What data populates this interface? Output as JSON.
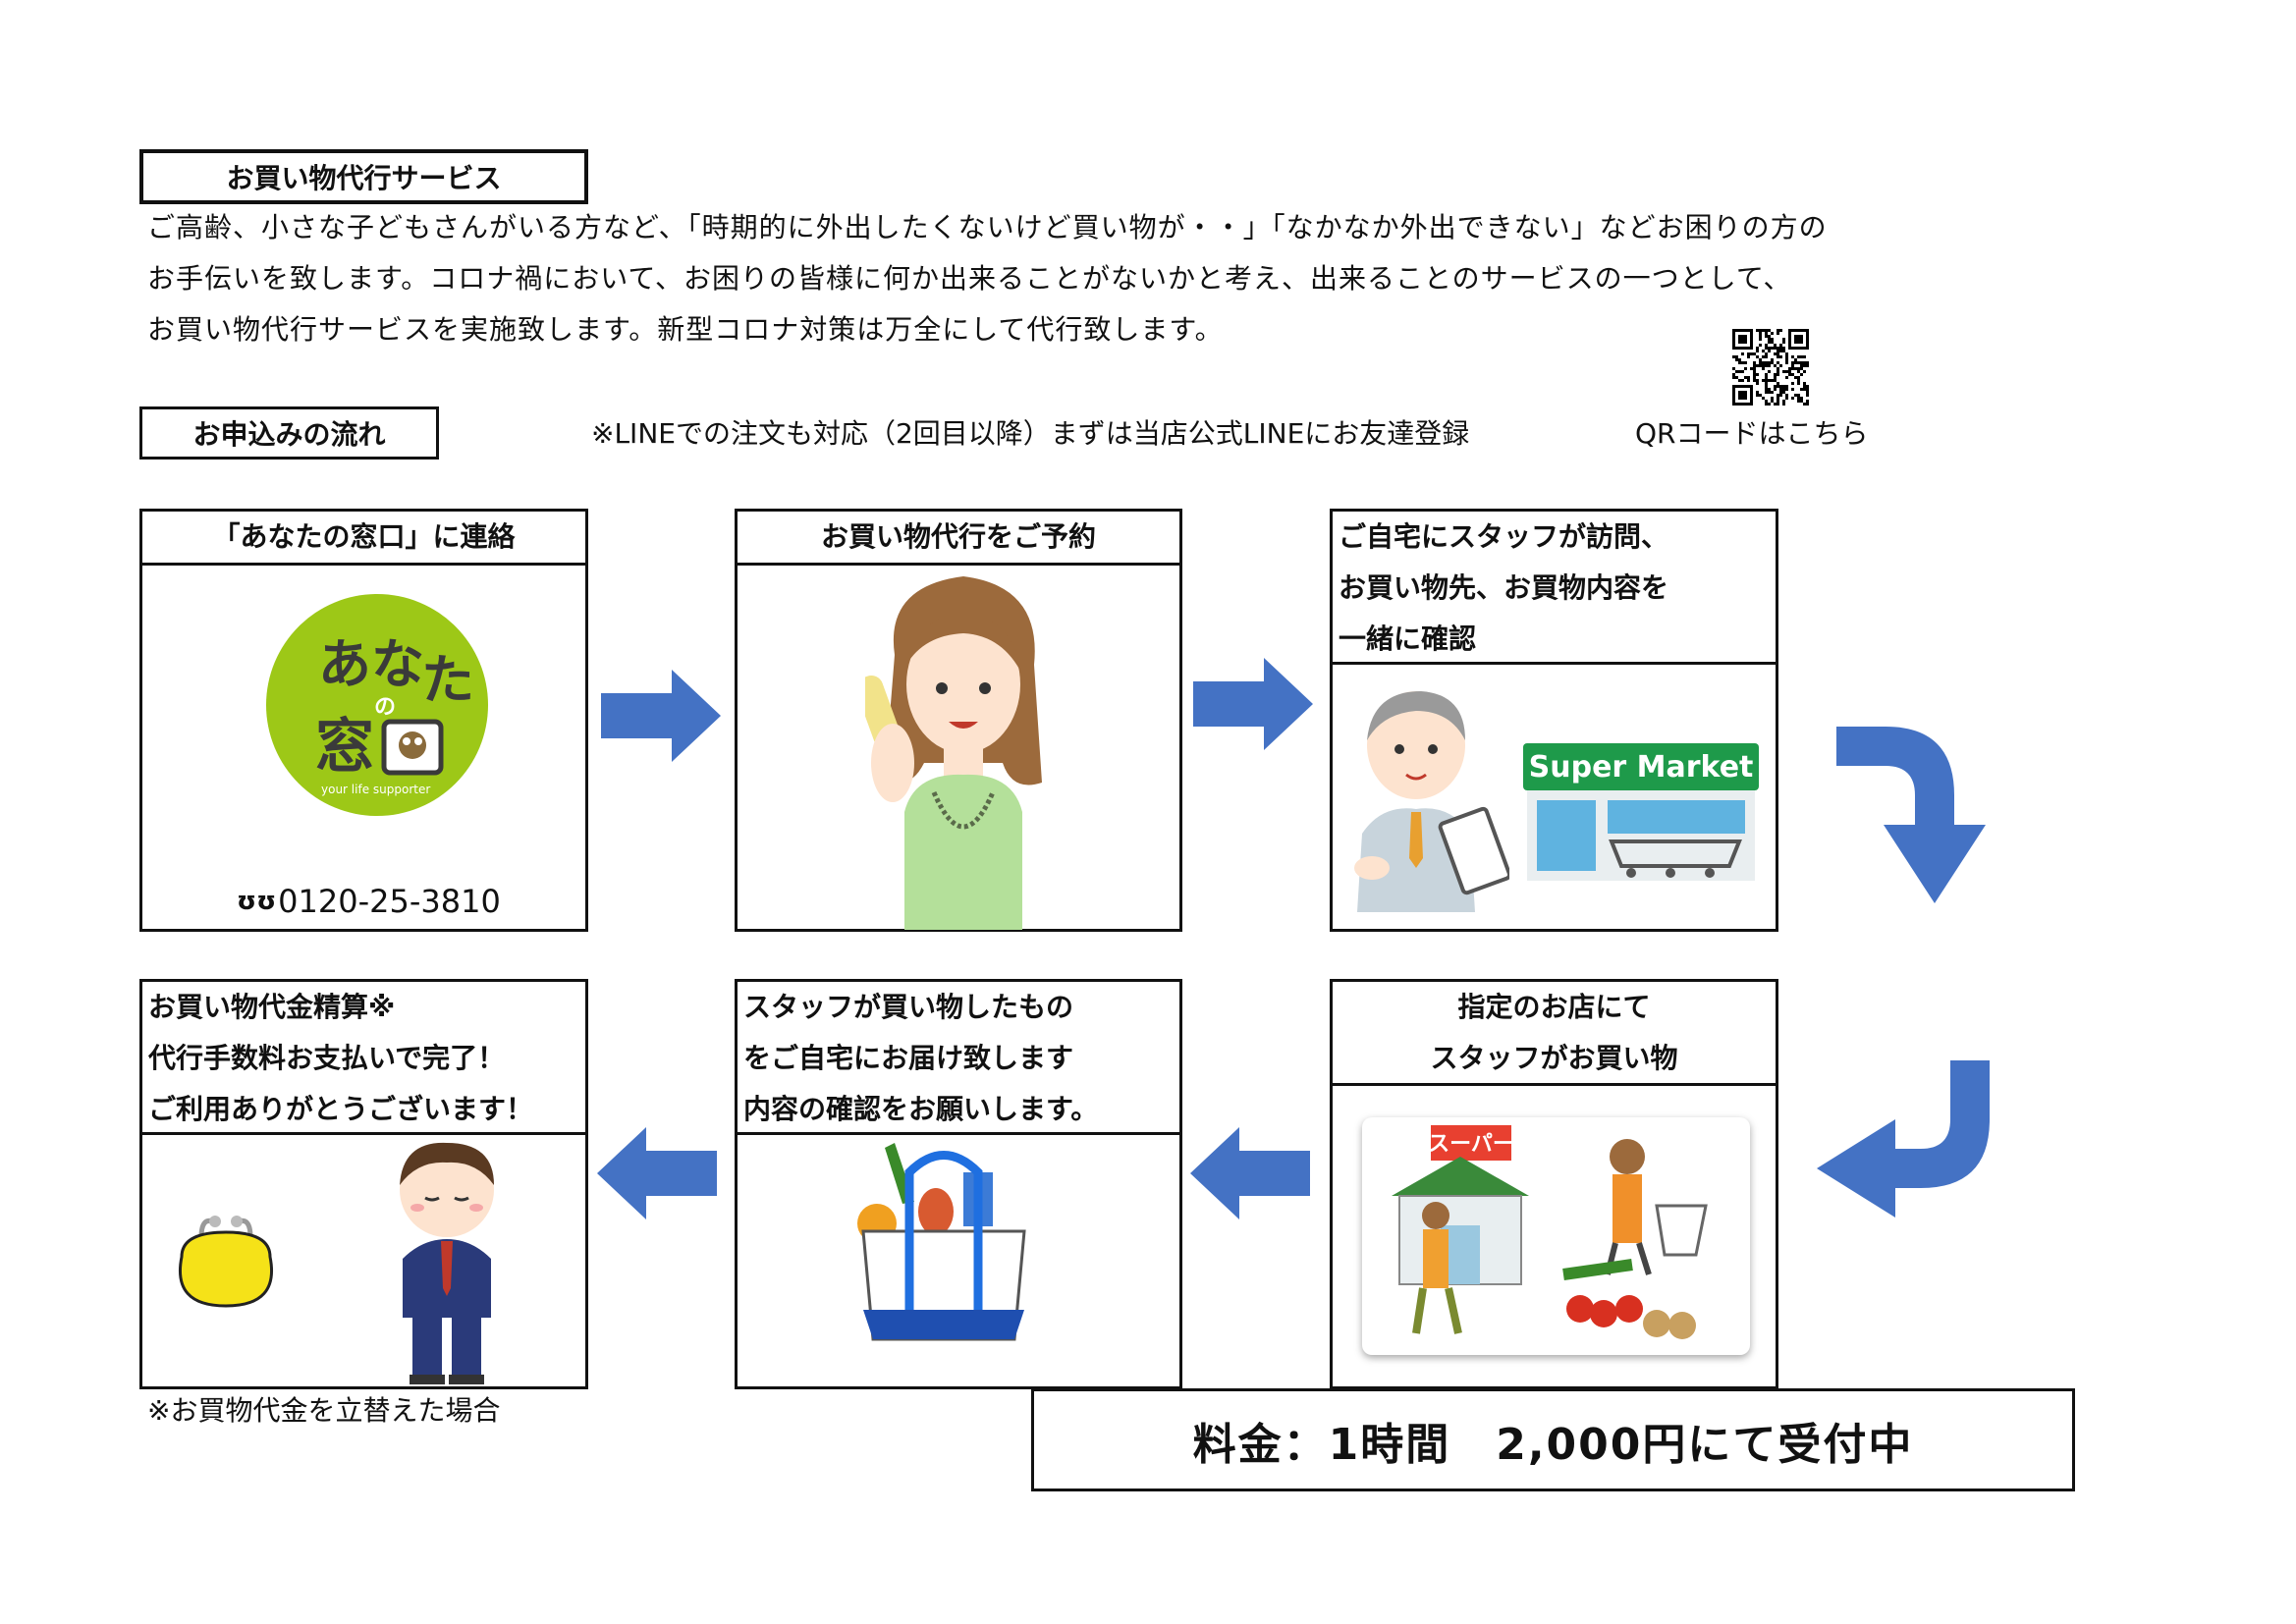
{
  "service": {
    "title": "お買い物代行サービス",
    "description": [
      "ご高齢、小さな子どもさんがいる方など、「時期的に外出したくないけど買い物が・・」「なかなか外出できない」などお困りの方の",
      "お手伝いを致します。コロナ禍において、お困りの皆様に何か出来ることがないかと考え、出来ることのサービスの一つとして、",
      "お買い物代行サービスを実施致します。新型コロナ対策は万全にして代行致します。"
    ]
  },
  "flow": {
    "title": "お申込みの流れ",
    "line_note": "※LINEでの注文も対応（2回目以降）まずは当店公式LINEにお友達登録",
    "qr_label": "QRコードはこちら"
  },
  "steps": [
    {
      "lines": [
        "「あなたの窓口」に連絡"
      ],
      "phone": "0120-25-3810",
      "logo": {
        "text_top": "あな",
        "text_top2": "た",
        "text_no": "の",
        "text_bottom": "窓",
        "tagline": "your life supporter"
      }
    },
    {
      "lines": [
        "お買い物代行をご予約"
      ]
    },
    {
      "lines": [
        "ご自宅にスタッフが訪問、",
        "お買い物先、お買物内容を",
        "一緒に確認"
      ],
      "sign": "Super Market"
    },
    {
      "lines": [
        "指定のお店にて",
        "スタッフがお買い物"
      ],
      "sign": "スーパー"
    },
    {
      "lines": [
        "スタッフが買い物したもの",
        "をご自宅にお届け致します",
        "内容の確認をお願いします。"
      ]
    },
    {
      "lines": [
        "お買い物代金精算※",
        "代行手数料お支払いで完了！",
        "ご利用ありがとうございます！"
      ]
    }
  ],
  "footnote": "※お買物代金を立替えた場合",
  "price": "料金：1時間　2,000円にて受付中",
  "colors": {
    "arrow": "#4472c4",
    "logo_green": "#9dc817",
    "market_green": "#1e9a4a"
  },
  "icons": {
    "phone": "freedial-icon",
    "arrow": "arrow-icon",
    "qr": "qr-code-icon"
  }
}
